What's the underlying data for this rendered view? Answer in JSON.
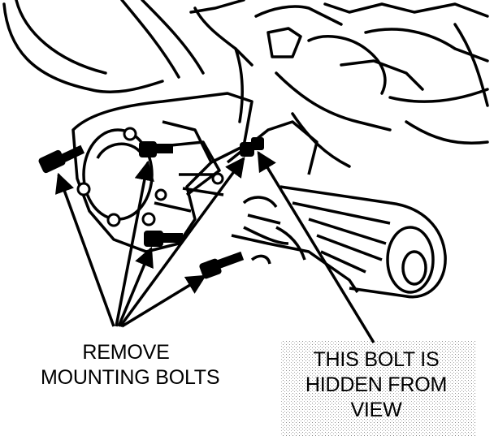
{
  "labels": {
    "remove_mounting_bolts": {
      "line1": "REMOVE",
      "line2": "MOUNTING BOLTS"
    },
    "hidden_bolt": {
      "line1": "THIS BOLT IS",
      "line2": "HIDDEN FROM",
      "line3": "VIEW"
    }
  },
  "colors": {
    "ink": "#000000",
    "paper": "#ffffff",
    "stipple": "#9a9a9a"
  }
}
